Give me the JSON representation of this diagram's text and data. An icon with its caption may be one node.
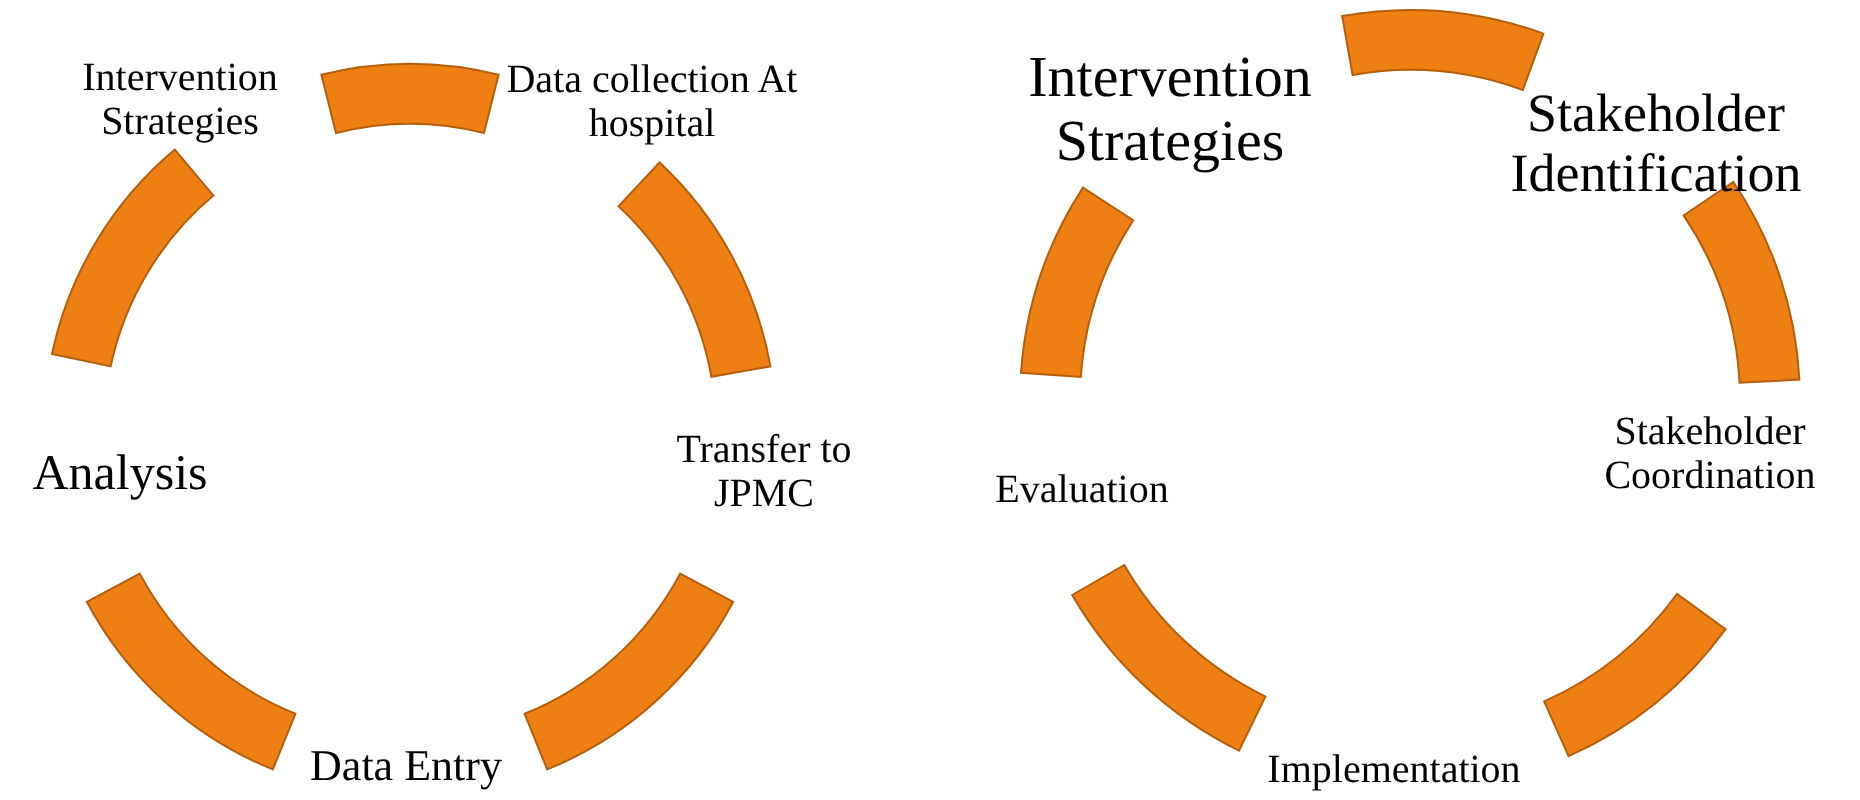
{
  "diagram": {
    "nodes": [
      {
        "text": [
          "Intervention Strategies"
        ]
      },
      {
        "text": [
          "Data collection At hospital"
        ]
      },
      {
        "text": [
          "Transfer to JPMC"
        ]
      },
      {
        "text": [
          "Data Entry"
        ]
      },
      {
        "text": [
          "Analysis"
        ]
      },
      {
        "text": [
          "Intervention Strategies"
        ]
      },
      {
        "text": [
          "Stakeholder Identification"
        ]
      },
      {
        "text": [
          "Stakeholder Coordination"
        ]
      },
      {
        "text": [
          "Implementation"
        ]
      },
      {
        "text": [
          "Evaluation"
        ]
      },
      {
        "text": [],
        "shape": "arc"
      },
      {
        "text": [],
        "shape": "arc"
      },
      {
        "text": [],
        "shape": "arc"
      },
      {
        "text": [],
        "shape": "arc"
      },
      {
        "text": [],
        "shape": "arc"
      },
      {
        "text": [],
        "shape": "arc"
      },
      {
        "text": [],
        "shape": "arc"
      },
      {
        "text": [],
        "shape": "arc"
      },
      {
        "text": [],
        "shape": "arc"
      },
      {
        "text": [],
        "shape": "arc"
      }
    ]
  }
}
